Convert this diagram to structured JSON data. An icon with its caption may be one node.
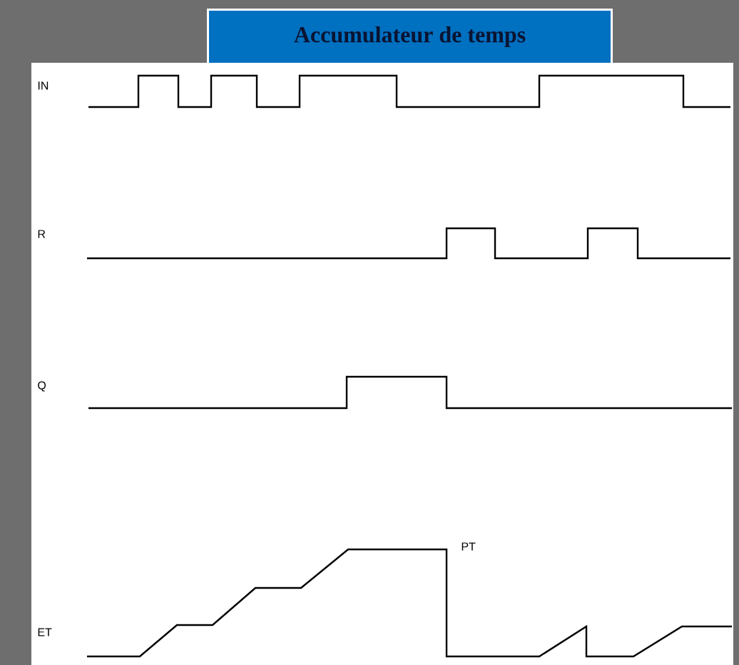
{
  "diagram": {
    "title": "Accumulateur de temps",
    "labels": [
      "IN",
      "R",
      "Q",
      "PT",
      "ET"
    ]
  }
}
